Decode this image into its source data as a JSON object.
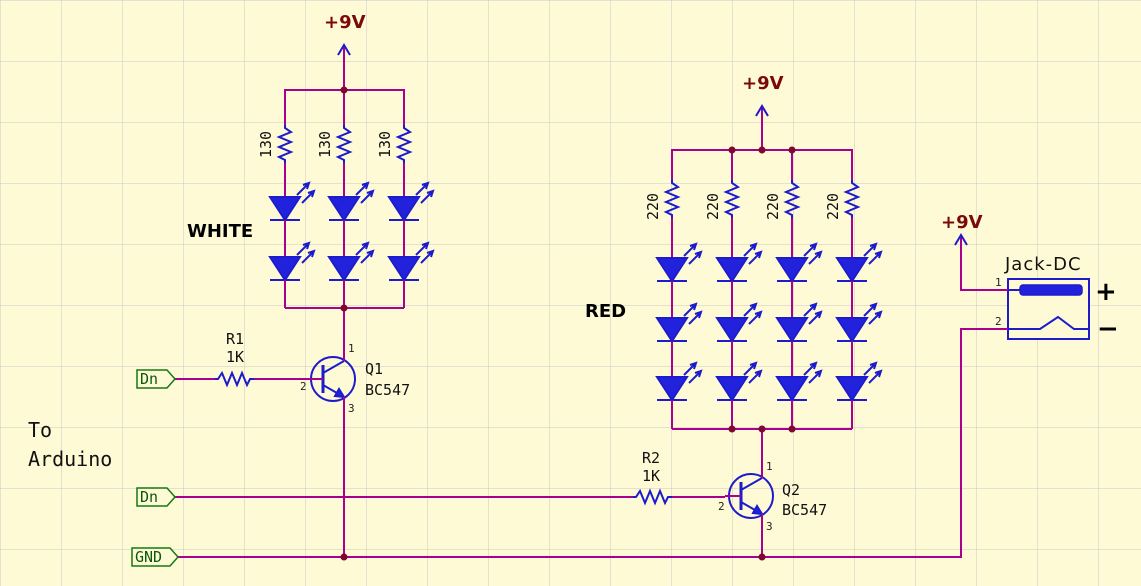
{
  "power": {
    "white_supply": "+9V",
    "red_supply": "+9V",
    "jack_supply": "+9V"
  },
  "groups": {
    "white": "WHITE",
    "red": "RED"
  },
  "white_resistors": [
    "130",
    "130",
    "130"
  ],
  "red_resistors": [
    "220",
    "220",
    "220",
    "220"
  ],
  "r1": {
    "ref": "R1",
    "value": "1K"
  },
  "r2": {
    "ref": "R2",
    "value": "1K"
  },
  "q1": {
    "ref": "Q1",
    "value": "BC547",
    "pins": [
      "1",
      "2",
      "3"
    ]
  },
  "q2": {
    "ref": "Q2",
    "value": "BC547",
    "pins": [
      "1",
      "2",
      "3"
    ]
  },
  "ports": {
    "dn1": "Dn",
    "dn2": "Dn",
    "gnd": "GND"
  },
  "note": {
    "line1": "To",
    "line2": "Arduino"
  },
  "jack": {
    "title": "Jack-DC",
    "pin1": "1",
    "pin2": "2",
    "plus": "+",
    "minus": "−"
  },
  "colors": {
    "background": "#fffad6",
    "grid": "#c8c8c8",
    "wire": "#a8008f",
    "component": "#1c1ccc",
    "power_label": "#7a0a0a",
    "port_label": "#0a5a0a"
  }
}
